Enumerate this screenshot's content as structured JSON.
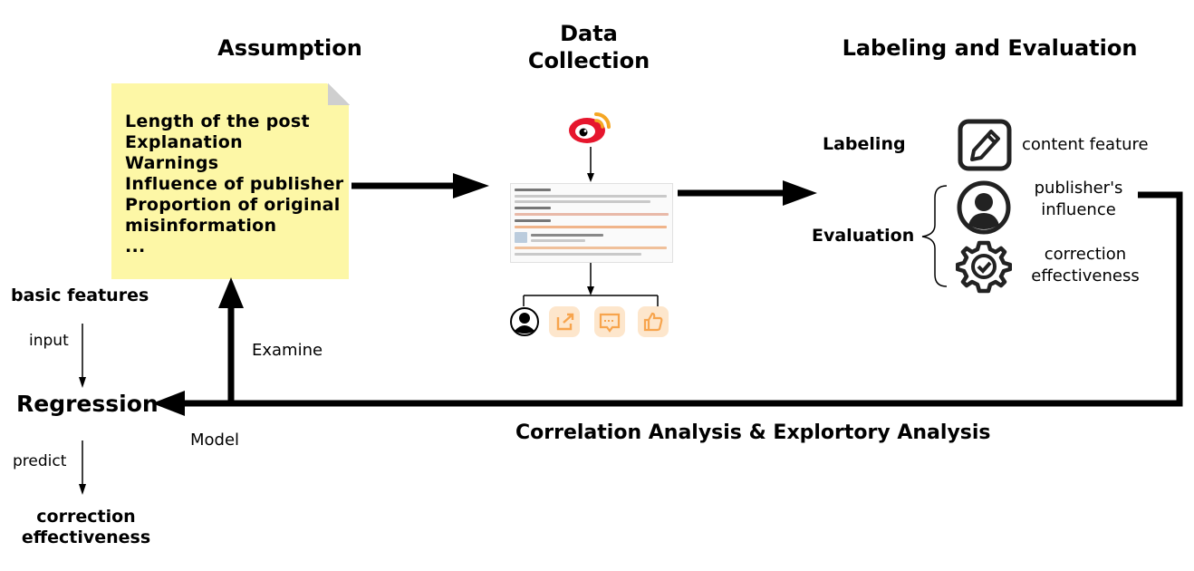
{
  "titles": {
    "assumption": "Assumption",
    "data_collection_1": "Data",
    "data_collection_2": "Collection",
    "labeling_evaluation": "Labeling and Evaluation"
  },
  "assumptions": [
    "Length of the post",
    "Explanation",
    "Warnings",
    "Influence of publisher",
    "Proportion of original",
    "misinformation",
    "..."
  ],
  "left_flow": {
    "basic_features": "basic features",
    "input": "input",
    "regression": "Regression",
    "predict": "predict",
    "correction_1": "correction",
    "correction_2": "effectiveness",
    "model": "Model",
    "examine": "Examine"
  },
  "labeling": {
    "labeling": "Labeling",
    "evaluation": "Evaluation",
    "content_feature": "content feature",
    "publisher_1": "publisher's",
    "publisher_2": "influence",
    "correction_1": "correction",
    "correction_2": "effectiveness"
  },
  "bottom": "Correlation Analysis & Explortory Analysis",
  "icons": [
    "weibo-logo-icon",
    "user-icon",
    "share-icon",
    "comment-icon",
    "like-icon",
    "edit-icon",
    "person-icon",
    "gear-check-icon"
  ],
  "colors": {
    "note": "#fdf7a6",
    "weibo_red": "#e6162d",
    "weibo_orange": "#f5a623",
    "icon_orange": "#f7a44d"
  }
}
